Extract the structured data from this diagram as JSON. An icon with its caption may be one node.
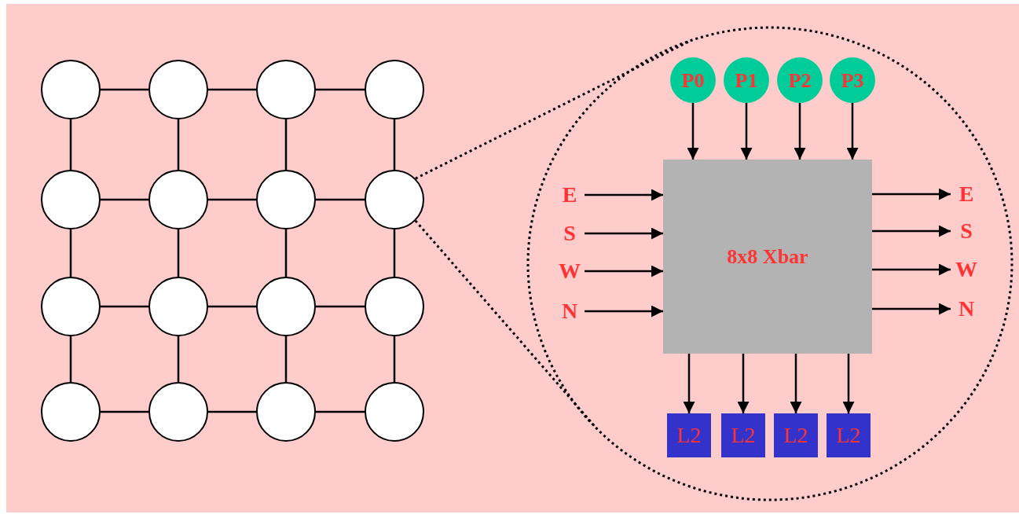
{
  "diagram": {
    "nodes": [
      {
        "text": [],
        "shape": "circle"
      },
      {
        "text": [],
        "shape": "circle"
      },
      {
        "text": [],
        "shape": "circle"
      },
      {
        "text": [],
        "shape": "circle"
      },
      {
        "text": [],
        "shape": "circle"
      },
      {
        "text": [],
        "shape": "circle"
      },
      {
        "text": [],
        "shape": "circle"
      },
      {
        "text": [],
        "shape": "circle"
      },
      {
        "text": [],
        "shape": "circle"
      },
      {
        "text": [],
        "shape": "circle"
      },
      {
        "text": [],
        "shape": "circle"
      },
      {
        "text": [],
        "shape": "circle"
      },
      {
        "text": [],
        "shape": "circle"
      },
      {
        "text": [],
        "shape": "circle"
      },
      {
        "text": [],
        "shape": "circle"
      },
      {
        "text": [],
        "shape": "circle"
      },
      {
        "text": [],
        "shape": "circle"
      },
      {
        "text": [
          "P0"
        ],
        "in": 16
      },
      {
        "text": [
          "P1"
        ],
        "in": 16
      },
      {
        "text": [
          "P2"
        ],
        "in": 16
      },
      {
        "text": [
          "P3"
        ],
        "in": 16
      },
      {
        "text": [
          "E"
        ],
        "in": 16
      },
      {
        "text": [
          "S"
        ],
        "in": 16
      },
      {
        "text": [
          "W"
        ],
        "in": 16
      },
      {
        "text": [
          "N"
        ],
        "in": 16
      },
      {
        "text": [
          "8x8 Xbar"
        ],
        "in": 16
      },
      {
        "text": [
          "E"
        ],
        "in": 16
      },
      {
        "text": [
          "S"
        ],
        "in": 16
      },
      {
        "text": [
          "W"
        ],
        "in": 16
      },
      {
        "text": [
          "N"
        ],
        "in": 16
      },
      {
        "text": [
          "L2"
        ],
        "in": 16
      },
      {
        "text": [
          "L2"
        ],
        "in": 16
      },
      {
        "text": [
          "L2"
        ],
        "in": 16
      },
      {
        "text": [
          "L2"
        ],
        "in": 16
      }
    ],
    "edges": [
      {
        "from": 0,
        "to": 1,
        "arrow": "none"
      },
      {
        "from": 1,
        "to": 2,
        "arrow": "none"
      },
      {
        "from": 2,
        "to": 3,
        "arrow": "none"
      },
      {
        "from": 4,
        "to": 5,
        "arrow": "none"
      },
      {
        "from": 5,
        "to": 6,
        "arrow": "none"
      },
      {
        "from": 6,
        "to": 7,
        "arrow": "none"
      },
      {
        "from": 8,
        "to": 9,
        "arrow": "none"
      },
      {
        "from": 9,
        "to": 10,
        "arrow": "none"
      },
      {
        "from": 10,
        "to": 11,
        "arrow": "none"
      },
      {
        "from": 12,
        "to": 13,
        "arrow": "none"
      },
      {
        "from": 13,
        "to": 14,
        "arrow": "none"
      },
      {
        "from": 14,
        "to": 15,
        "arrow": "none"
      },
      {
        "from": 0,
        "to": 4,
        "arrow": "none"
      },
      {
        "from": 4,
        "to": 8,
        "arrow": "none"
      },
      {
        "from": 8,
        "to": 12,
        "arrow": "none"
      },
      {
        "from": 1,
        "to": 5,
        "arrow": "none"
      },
      {
        "from": 5,
        "to": 9,
        "arrow": "none"
      },
      {
        "from": 9,
        "to": 13,
        "arrow": "none"
      },
      {
        "from": 2,
        "to": 6,
        "arrow": "none"
      },
      {
        "from": 6,
        "to": 10,
        "arrow": "none"
      },
      {
        "from": 10,
        "to": 14,
        "arrow": "none"
      },
      {
        "from": 3,
        "to": 7,
        "arrow": "none"
      },
      {
        "from": 7,
        "to": 11,
        "arrow": "none"
      },
      {
        "from": 11,
        "to": 15,
        "arrow": "none"
      },
      {
        "from": 7,
        "to": 16,
        "arrow": "none",
        "style": "dashed"
      },
      {
        "from": 7,
        "to": 16,
        "arrow": "none",
        "style": "dashed"
      },
      {
        "from": 17,
        "to": 25,
        "arrow": "to"
      },
      {
        "from": 18,
        "to": 25,
        "arrow": "to"
      },
      {
        "from": 19,
        "to": 25,
        "arrow": "to"
      },
      {
        "from": 20,
        "to": 25,
        "arrow": "to"
      },
      {
        "from": 21,
        "to": 25,
        "arrow": "to"
      },
      {
        "from": 22,
        "to": 25,
        "arrow": "to"
      },
      {
        "from": 23,
        "to": 25,
        "arrow": "to"
      },
      {
        "from": 24,
        "to": 25,
        "arrow": "to"
      },
      {
        "from": 25,
        "to": 26,
        "arrow": "to"
      },
      {
        "from": 25,
        "to": 27,
        "arrow": "to"
      },
      {
        "from": 25,
        "to": 28,
        "arrow": "to"
      },
      {
        "from": 25,
        "to": 29,
        "arrow": "to"
      },
      {
        "from": 25,
        "to": 30,
        "arrow": "to"
      },
      {
        "from": 25,
        "to": 31,
        "arrow": "to"
      },
      {
        "from": 25,
        "to": 32,
        "arrow": "to"
      },
      {
        "from": 25,
        "to": 33,
        "arrow": "to"
      }
    ]
  }
}
